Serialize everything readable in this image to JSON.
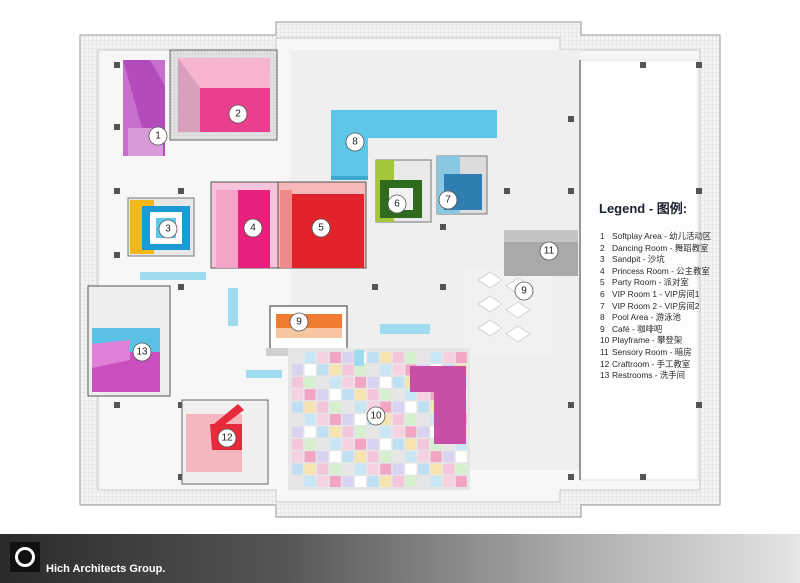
{
  "legend": {
    "title": "Legend - 图例:",
    "items": [
      {
        "n": "1",
        "label": "Softplay Area - 幼儿活动区"
      },
      {
        "n": "2",
        "label": "Dancing Room - 舞蹈教室"
      },
      {
        "n": "3",
        "label": "Sandpit - 沙坑"
      },
      {
        "n": "4",
        "label": "Princess Room - 公主教室"
      },
      {
        "n": "5",
        "label": "Party Room - 派对室"
      },
      {
        "n": "6",
        "label": "VIP Room 1 - VIP房间1"
      },
      {
        "n": "7",
        "label": "VIP Room 2 - VIP房间2"
      },
      {
        "n": "8",
        "label": "Pool Area - 游泳池"
      },
      {
        "n": "9",
        "label": "Café - 咖啡吧"
      },
      {
        "n": "10",
        "label": "Playframe - 攀登架"
      },
      {
        "n": "11",
        "label": "Sensory Room - 暗房"
      },
      {
        "n": "12",
        "label": "Craftroom - 手工教室"
      },
      {
        "n": "13",
        "label": "Restrooms - 洗手间"
      }
    ]
  },
  "markers": [
    "1",
    "2",
    "3",
    "4",
    "5",
    "6",
    "7",
    "8",
    "9",
    "9",
    "10",
    "11",
    "12",
    "13"
  ],
  "brand": "Hich Architects Group.",
  "colors": {
    "softplay": "#c86fce",
    "dancing": "#e8408e",
    "sandpit_yellow": "#f3b716",
    "sandpit_blue": "#1a9bd6",
    "princess": "#e8207e",
    "party": "#e3232b",
    "vip1": "#7cad2b",
    "vip2": "#2f7fb2",
    "pool": "#5cc7e8",
    "cafe": "#f07c32",
    "restroom_pink": "#cc4fc0",
    "restroom_blue": "#5bc0e6",
    "craft": "#e62a3b",
    "sensory": "#a9a9a9"
  }
}
